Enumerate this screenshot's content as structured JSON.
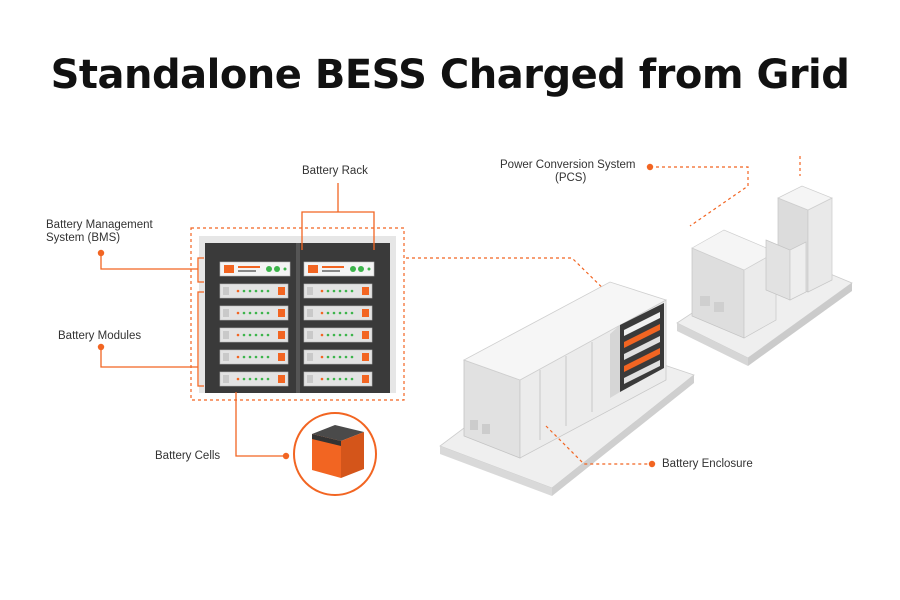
{
  "title": "Standalone BESS Charged from Grid",
  "labels": {
    "battery_rack": "Battery Rack",
    "bms_line1": "Battery Management",
    "bms_line2": "System (BMS)",
    "battery_modules": "Battery Modules",
    "battery_cells": "Battery Cells",
    "pcs_line1": "Power Conversion System",
    "pcs_line2": "(PCS)",
    "battery_enclosure": "Battery Enclosure"
  },
  "colors": {
    "accent": "#f26522",
    "rack_dark": "#3a3a3a",
    "enclosure_light": "#e8e8e8",
    "led_green": "#3cb44b"
  }
}
